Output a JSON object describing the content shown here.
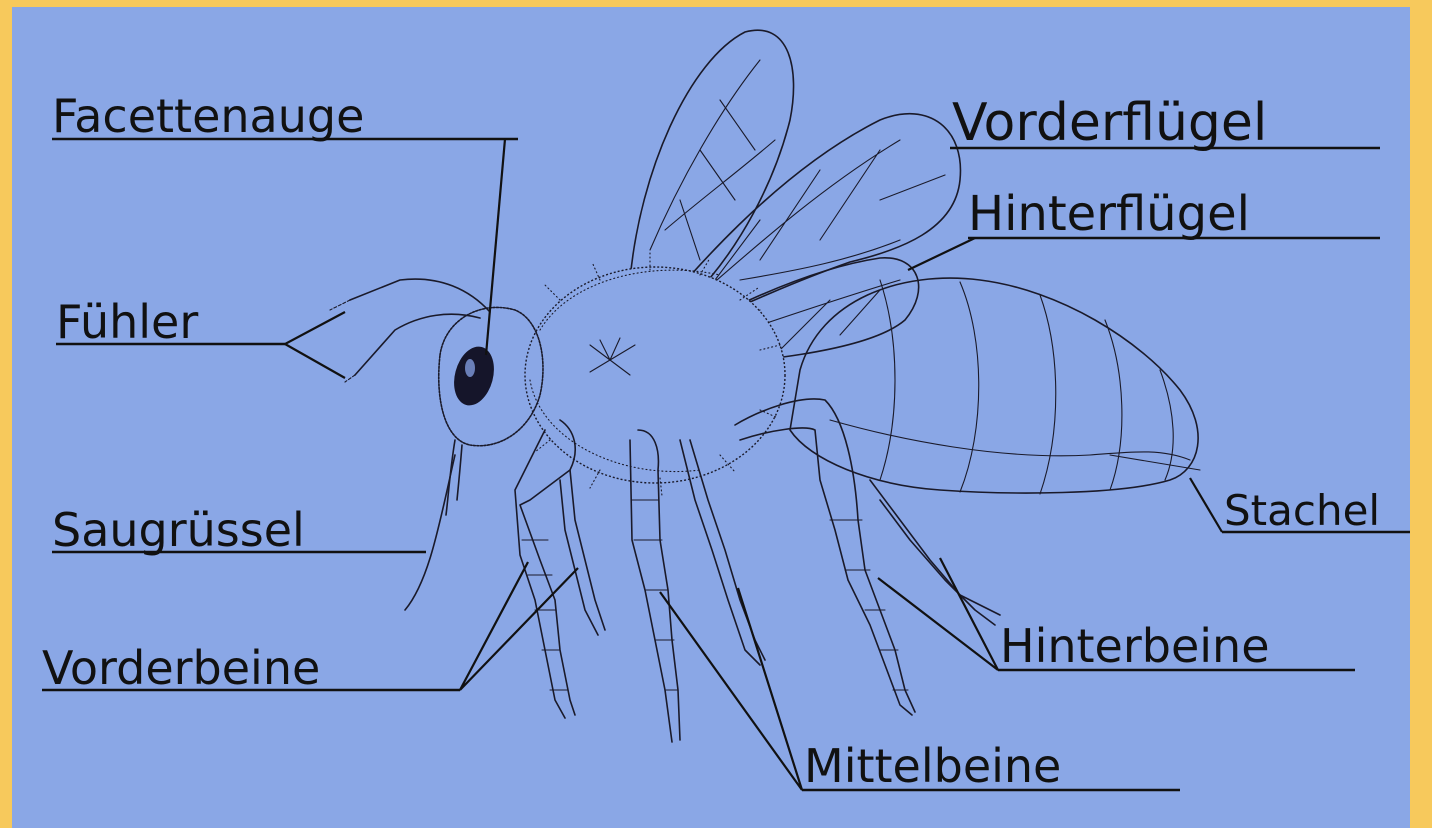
{
  "labels": {
    "facettenauge": "Facettenauge",
    "fuehler": "Fühler",
    "saugruessel": "Saugrüssel",
    "vorderbeine": "Vorderbeine",
    "vorderfluegel": "Vorderflügel",
    "hinterfluegel": "Hinterflügel",
    "stachel": "Stachel",
    "hinterbeine": "Hinterbeine",
    "mittelbeine": "Mittelbeine"
  },
  "colors": {
    "border": "#f7c95c",
    "paper": "#8aa7e6",
    "ink": "#111111"
  }
}
